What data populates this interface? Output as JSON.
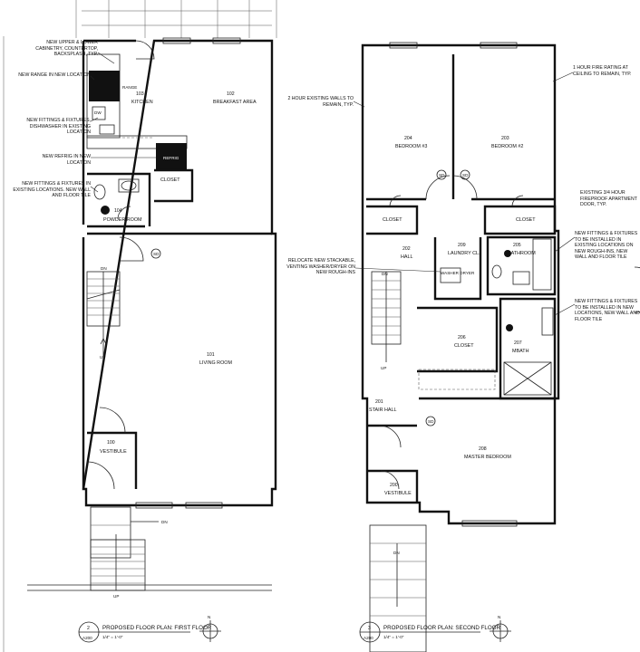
{
  "first_floor": {
    "rooms": [
      {
        "number": "103",
        "name": "KITCHEN"
      },
      {
        "number": "102",
        "name": "BREAKFAST AREA"
      },
      {
        "number": "104",
        "name": "POWDER ROOM"
      },
      {
        "number": "101",
        "name": "LIVING ROOM"
      },
      {
        "number": "100",
        "name": "VESTIBULE"
      }
    ],
    "labels": {
      "closet": "CLOSET",
      "range": "RANGE",
      "refrig": "REFRIG",
      "dw": "DW",
      "sd": "SD",
      "dn_stair": "DN",
      "up_stair": "UP",
      "dn_stoop": "DN",
      "up_stoop": "UP"
    },
    "notes": [
      "NEW UPPER & LOWER CABINETRY, COUNTERTOP, BACKSPLASH, TYP.",
      "NEW RANGE IN NEW LOCATION",
      "NEW FITTINGS & FIXTURES, DISHWASHER IN EXISTING LOCATION",
      "NEW REFRIG IN NEW LOCATION",
      "NEW FITTINGS & FIXTURES IN EXISTING LOCATIONS. NEW WALL AND FLOOR TILE"
    ],
    "title": {
      "number": "2",
      "sheet": "A200",
      "name": "PROPOSED FLOOR PLAN: FIRST FLOOR",
      "scale": "1/4\" = 1'-0\""
    }
  },
  "second_floor": {
    "rooms": [
      {
        "number": "204",
        "name": "BEDROOM #3"
      },
      {
        "number": "203",
        "name": "BEDROOM #2"
      },
      {
        "number": "202",
        "name": "HALL"
      },
      {
        "number": "209",
        "name": "LAUNDRY CL."
      },
      {
        "number": "205",
        "name": "BATHROOM"
      },
      {
        "number": "206",
        "name": "CLOSET"
      },
      {
        "number": "207",
        "name": "MBATH"
      },
      {
        "number": "201",
        "name": "STAIR HALL"
      },
      {
        "number": "208",
        "name": "MASTER BEDROOM"
      },
      {
        "number": "200",
        "name": "VESTIBULE"
      }
    ],
    "labels": {
      "closet_left": "CLOSET",
      "closet_right": "CLOSET",
      "washer_dryer": "WASHER DRYER",
      "sd": "SD",
      "dn_stair": "DN",
      "up_stair": "UP",
      "dn_stoop": "DN"
    },
    "notes": [
      "2 HOUR EXISTING WALLS TO REMAIN, TYP.",
      "1 HOUR FIRE RATING AT CEILING TO REMAIN, TYP.",
      "EXISTING 3/4 HOUR FIREPROOF APARTMENT DOOR, TYP.",
      "NEW FITTINGS & FIXTURES TO BE INSTALLED IN EXISTING LOCATIONS ON NEW ROUGH-INS, NEW WALL AND FLOOR TILE",
      "RELOCATE NEW STACKABLE, VENTING WASHER/DRYER ON NEW ROUGH-INS",
      "NEW FITTINGS & FIXTURES TO BE INSTALLED IN NEW LOCATIONS, NEW WALL AND FLOOR TILE"
    ],
    "title": {
      "number": "3",
      "sheet": "A200",
      "name": "PROPOSED FLOOR PLAN: SECOND FLOOR",
      "scale": "1/4\" = 1'-0\""
    }
  },
  "north_symbol": "N"
}
